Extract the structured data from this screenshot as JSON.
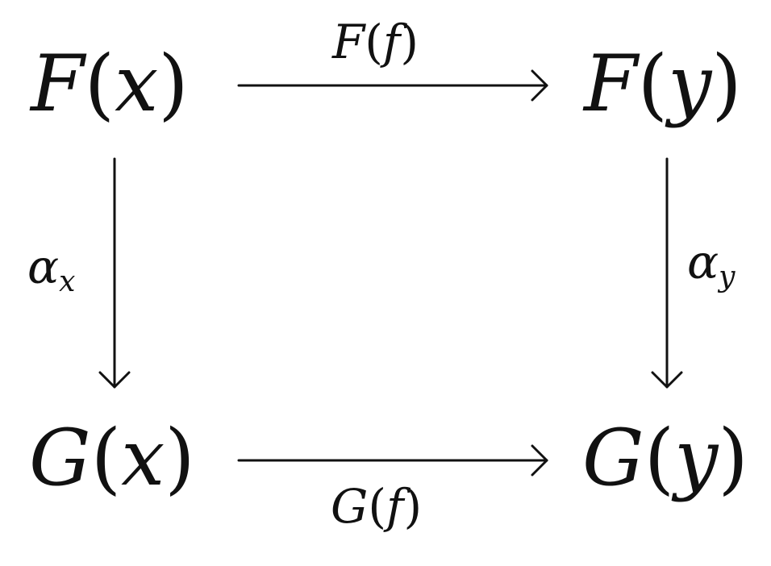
{
  "diagram": {
    "nodes": {
      "top_left": {
        "functor": "F",
        "open_paren": "(",
        "argument": "x",
        "close_paren": ")"
      },
      "top_right": {
        "functor": "F",
        "open_paren": "(",
        "argument": "y",
        "close_paren": ")"
      },
      "bottom_left": {
        "functor": "G",
        "open_paren": "(",
        "argument": "x",
        "close_paren": ")"
      },
      "bottom_right": {
        "functor": "G",
        "open_paren": "(",
        "argument": "y",
        "close_paren": ")"
      }
    },
    "arrows": {
      "top": {
        "functor": "F",
        "open_paren": "(",
        "argument": "f",
        "close_paren": ")"
      },
      "bottom": {
        "functor": "G",
        "open_paren": "(",
        "argument": "f",
        "close_paren": ")"
      },
      "left": {
        "symbol": "α",
        "subscript": "x"
      },
      "right": {
        "symbol": "α",
        "subscript": "y"
      }
    }
  }
}
